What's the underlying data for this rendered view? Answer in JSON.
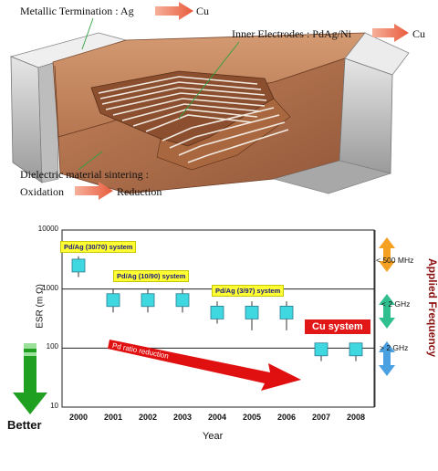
{
  "top_diagram": {
    "label_termination": "Metallic Termination : Ag",
    "label_termination_to": "Cu",
    "label_electrodes": "Inner Electrodes : PdAg/Ni",
    "label_electrodes_to": "Cu",
    "label_dielectric_line1": "Dielectric material sintering :",
    "label_dielectric_from": "Oxidation",
    "label_dielectric_to": "Reduction",
    "colors": {
      "ceramic": "#b06e44",
      "electrode": "#e8e0d8",
      "termination": "#c8c8c8",
      "arrow": "#f08060"
    }
  },
  "chart_data": {
    "type": "scatter",
    "xlabel": "Year",
    "ylabel": "ESR (m Ω)",
    "y_scale": "log",
    "ylim": [
      10,
      10000
    ],
    "y_ticks": [
      "10000",
      "1000",
      "100",
      "10"
    ],
    "categories": [
      "2000",
      "2001",
      "2002",
      "2003",
      "2004",
      "2005",
      "2006",
      "2007",
      "2008"
    ],
    "values": [
      2500,
      650,
      650,
      650,
      400,
      400,
      400,
      95,
      95
    ],
    "ranges": [
      [
        1600,
        3600
      ],
      [
        400,
        1000
      ],
      [
        400,
        1000
      ],
      [
        400,
        1000
      ],
      [
        260,
        620
      ],
      [
        200,
        620
      ],
      [
        200,
        620
      ],
      [
        60,
        120
      ],
      [
        60,
        120
      ]
    ],
    "systems": [
      {
        "label": "Pd/Ag (30/70) system",
        "from": "2000",
        "to": "2000"
      },
      {
        "label": "Pd/Ag (10/90) system",
        "from": "2001",
        "to": "2003"
      },
      {
        "label": "Pd/Ag (3/97) system",
        "from": "2004",
        "to": "2006"
      },
      {
        "label": "Cu system",
        "from": "2007",
        "to": "2008"
      }
    ],
    "annotation": "Pd ratio reduction",
    "better_label": "Better",
    "applied_frequency": {
      "title": "Applied Frequency",
      "bands": [
        "< 500 MHz",
        "< 2 GHz",
        "> 2 GHz"
      ],
      "colors": [
        "#f4a020",
        "#30c090",
        "#4aa0e0"
      ]
    },
    "grid": true,
    "colors": {
      "marker": "#40d8e0",
      "marker_border": "#2a7a90",
      "red_arrow": "#e01010",
      "cu_box": "#e21818",
      "better_arrow": "#20a020",
      "title_red": "#8b1010"
    }
  }
}
